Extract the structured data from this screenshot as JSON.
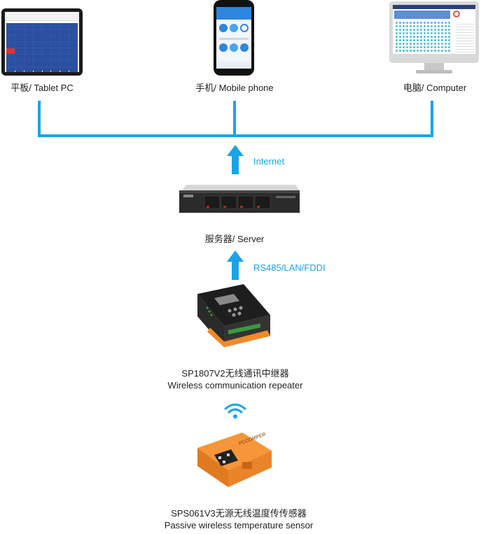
{
  "devices": {
    "tablet_label": "平板/ Tablet PC",
    "phone_label": "手机/ Mobile phone",
    "computer_label": "电脑/ Computer"
  },
  "links": {
    "internet": "Internet",
    "bus": "RS485/LAN/FDDI"
  },
  "server": {
    "label": "服务器/ Server"
  },
  "repeater": {
    "label_cn": "SP1807V2无线通讯中继器",
    "label_en": "Wireless communication repeater"
  },
  "sensor": {
    "label_cn": "SPS061V3无源无线温度传传感器",
    "label_en": "Passive wireless temperature sensor",
    "brand": "PCCOMPER"
  },
  "colors": {
    "accent": "#1aa3e8",
    "sensor_orange": "#f08a2a"
  }
}
